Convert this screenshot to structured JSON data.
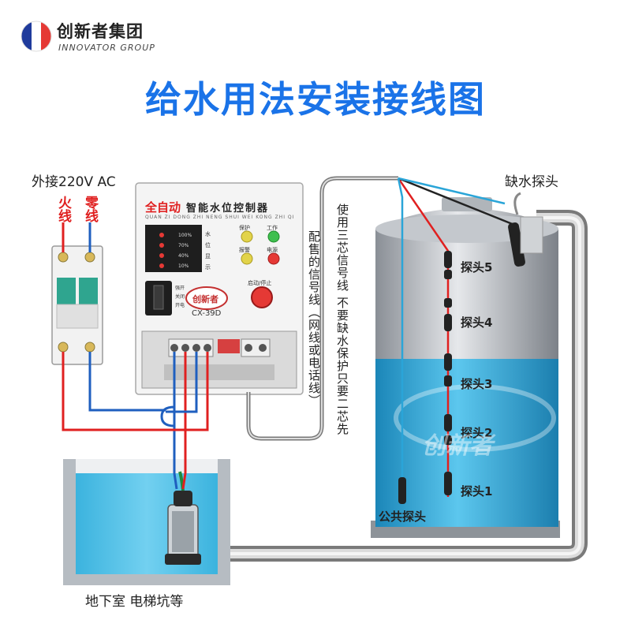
{
  "brand": {
    "name_cn": "创新者集团",
    "name_en": "INNOVATOR GROUP"
  },
  "title": "给水用法安装接线图",
  "power": {
    "label": "外接220V AC",
    "live": "火线",
    "neutral": "零线"
  },
  "controller": {
    "title_red": "全自动",
    "title_black": "智能水位控制器",
    "subtitle": "QUAN ZI DONG ZHI NENG SHUI WEI KONG ZHI QI",
    "model": "CX-39D",
    "logo": "创新者",
    "level_labels": [
      "100%",
      "70%",
      "40%",
      "10%"
    ],
    "display_label": [
      "水",
      "位",
      "显",
      "示"
    ],
    "leds": [
      "保护",
      "工作",
      "报警",
      "电源"
    ],
    "switch_labels": [
      "强开",
      "关闭",
      "开电"
    ],
    "button_label": "启动/停止"
  },
  "notes": {
    "signal_line": "配售的信号线（网线或电话线）",
    "three_core": "使用三芯信号线 不要缺水保护只要二芯先"
  },
  "probes": {
    "shortage": "缺水探头",
    "p5": "探头5",
    "p4": "探头4",
    "p3": "探头3",
    "p2": "探头2",
    "p1": "探头1",
    "common": "公共探头"
  },
  "tank_logo": "创新者",
  "basement": "地下室 电梯坑等",
  "colors": {
    "title_blue": "#1a73e8",
    "wire_red": "#e02020",
    "wire_blue": "#1f5fbf",
    "water": "#2aa5d8"
  }
}
